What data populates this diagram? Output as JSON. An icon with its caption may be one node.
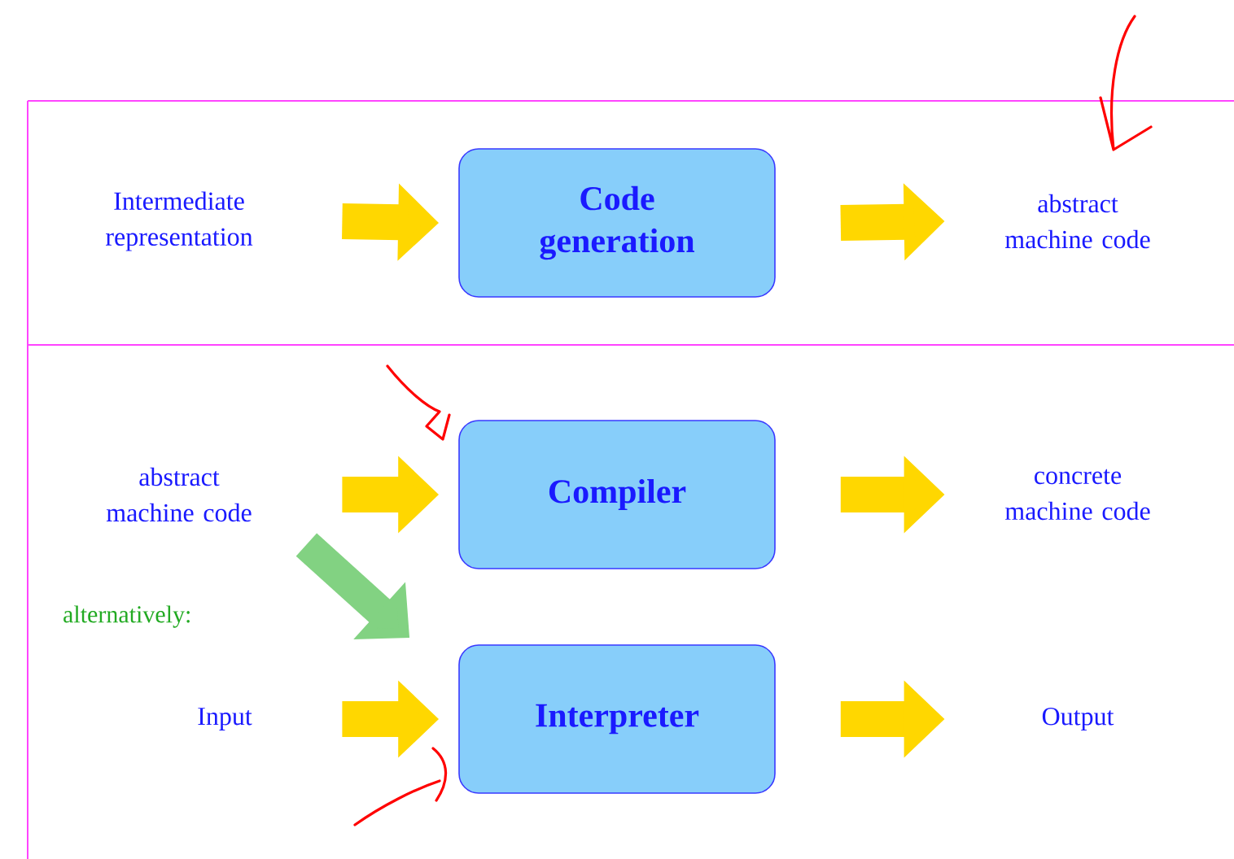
{
  "diagram": {
    "nodes": [
      {
        "text": [
          "Intermediate representation"
        ]
      },
      {
        "text": [
          "Code generation"
        ]
      },
      {
        "text": [
          "abstract machine code"
        ]
      },
      {
        "text": [
          "abstract machine code"
        ]
      },
      {
        "text": [
          "Compiler"
        ]
      },
      {
        "text": [
          "concrete machine code"
        ]
      },
      {
        "text": [
          "Input"
        ]
      },
      {
        "text": [
          "Interpreter"
        ]
      },
      {
        "text": [
          "Output"
        ]
      }
    ],
    "edges": [
      {
        "from": 0,
        "to": 1,
        "arrow": "to"
      },
      {
        "from": 1,
        "to": 2,
        "arrow": "to"
      },
      {
        "from": 3,
        "to": 4,
        "arrow": "to"
      },
      {
        "from": 4,
        "to": 5,
        "arrow": "to"
      },
      {
        "from": 3,
        "to": 7,
        "arrow": "to",
        "color": "#82d282"
      },
      {
        "from": 6,
        "to": 7,
        "arrow": "to"
      },
      {
        "from": 7,
        "to": 8,
        "arrow": "to"
      }
    ],
    "labels": [
      "alternatively:"
    ]
  }
}
